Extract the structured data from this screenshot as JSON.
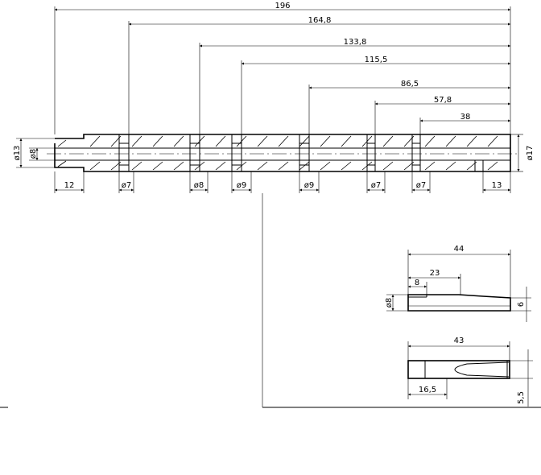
{
  "top_dims": [
    {
      "key": "total",
      "label": "196"
    },
    {
      "key": "d1",
      "label": "164,8"
    },
    {
      "key": "d2",
      "label": "133,8"
    },
    {
      "key": "d3",
      "label": "115,5"
    },
    {
      "key": "d4",
      "label": "86,5"
    },
    {
      "key": "d5",
      "label": "57,8"
    },
    {
      "key": "d6",
      "label": "38"
    }
  ],
  "bottom_dims": [
    {
      "key": "b0",
      "label": "12"
    },
    {
      "key": "b1",
      "label": "ø7"
    },
    {
      "key": "b2",
      "label": "ø8"
    },
    {
      "key": "b3",
      "label": "ø9"
    },
    {
      "key": "b4",
      "label": "ø9"
    },
    {
      "key": "b5",
      "label": "ø7"
    },
    {
      "key": "b6",
      "label": "ø7"
    },
    {
      "key": "b7",
      "label": "13"
    }
  ],
  "side_dims": {
    "outer_left": "ø13",
    "inner_left": "ø8",
    "outer_right": "ø17"
  },
  "detail_a": {
    "overall": "44",
    "mid": "23",
    "small": "8",
    "dia": "ø8",
    "height": "6"
  },
  "detail_b": {
    "overall": "43",
    "bottom": "16,5",
    "height": "5,5"
  }
}
